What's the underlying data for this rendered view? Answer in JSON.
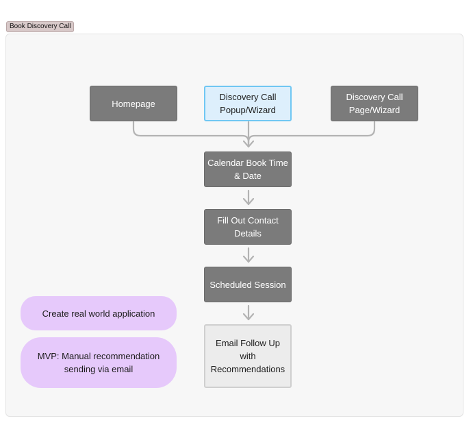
{
  "frame": {
    "label": "Book Discovery Call"
  },
  "nodes": {
    "homepage": "Homepage",
    "popup_wizard": "Discovery Call Popup/Wizard",
    "page_wizard": "Discovery Call Page/Wizard",
    "calendar": "Calendar Book Time & Date",
    "contact": "Fill Out Contact Details",
    "session": "Scheduled Session",
    "followup": "Email Follow Up with Recommendations"
  },
  "notes": {
    "real_world": "Create real world application",
    "mvp": "MVP: Manual recommendation sending via email"
  },
  "colors": {
    "step_fill": "#7b7b7b",
    "entry_highlight_fill": "#ddeffc",
    "entry_highlight_border": "#70c7f3",
    "final_step_fill": "#ececec",
    "note_fill": "#e6c9fb",
    "connector": "#b3b3b3"
  }
}
